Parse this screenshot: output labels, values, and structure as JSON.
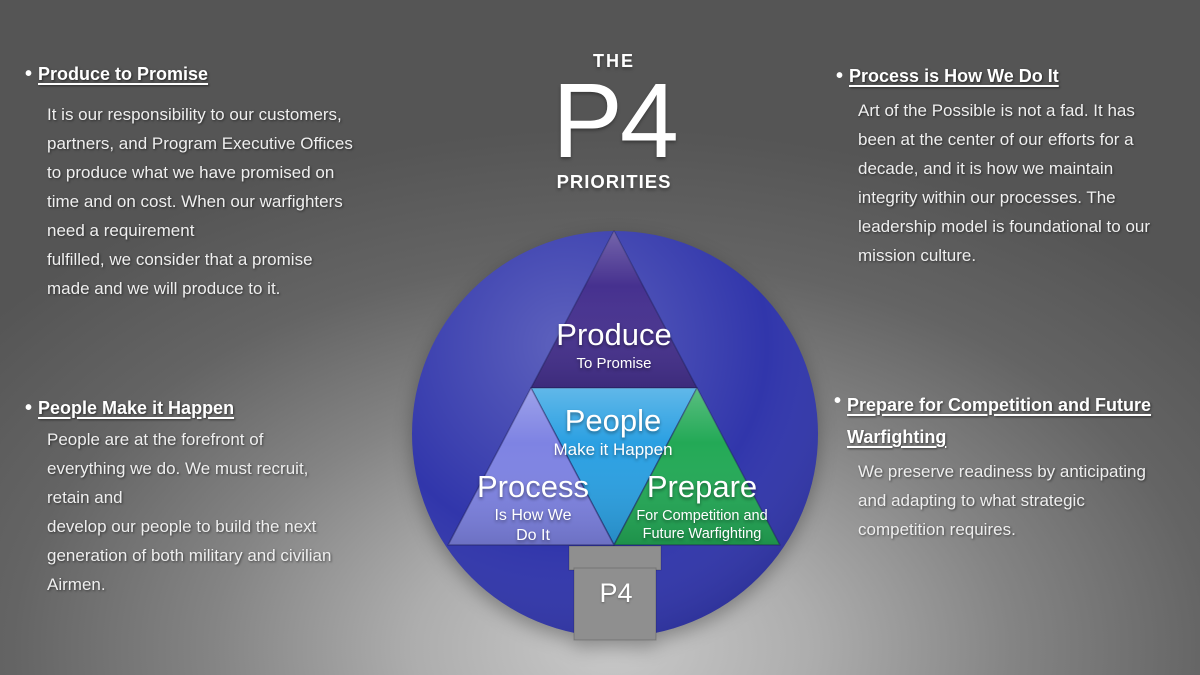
{
  "title": {
    "kicker": "THE",
    "main": "P4",
    "sub": "PRIORITIES"
  },
  "bullet": "•",
  "blocks": [
    {
      "id": "produce-to-promise",
      "heading": "Produce to Promise",
      "body": "It is our responsibility to our customers,\npartners, and Program Executive Offices\nto produce what we have promised on\ntime and on cost. When our warfighters\nneed a requirement\nfulfilled, we consider that a promise\nmade and we will produce to it."
    },
    {
      "id": "process-is-how-we-do-it",
      "heading": "Process is How We Do It",
      "body": "Art of the Possible is not a fad. It has\nbeen at the center of our efforts for a\ndecade, and it is how we maintain\nintegrity within our processes. The\nleadership model is foundational to our\nmission culture."
    },
    {
      "id": "people-make-it-happen",
      "heading": "People Make it Happen",
      "body": "People are at the forefront of\neverything we do. We must recruit,\nretain and\ndevelop our people to build the next\ngeneration of both military and civilian\nAirmen."
    },
    {
      "id": "prepare-for-competition",
      "heading": "Prepare for Competition and Future\nWarfighting",
      "body": "We preserve readiness by anticipating\nand adapting to what strategic\ncompetition requires."
    }
  ],
  "pyramid": {
    "circle_color": "#3136AB",
    "pedestal_color": "#8F8F8F",
    "base_label": "P4",
    "produce": {
      "label": "Produce",
      "sublabel": "To Promise",
      "color": "#46318F"
    },
    "people": {
      "label": "People",
      "sublabel": "Make it Happen",
      "color": "#2BA0E2"
    },
    "process": {
      "label": "Process",
      "sublabel": "Is How We\nDo It",
      "color": "#7E83E3"
    },
    "prepare": {
      "label": "Prepare",
      "sublabel": "For Competition and\nFuture Warfighting",
      "color": "#23A956"
    }
  }
}
